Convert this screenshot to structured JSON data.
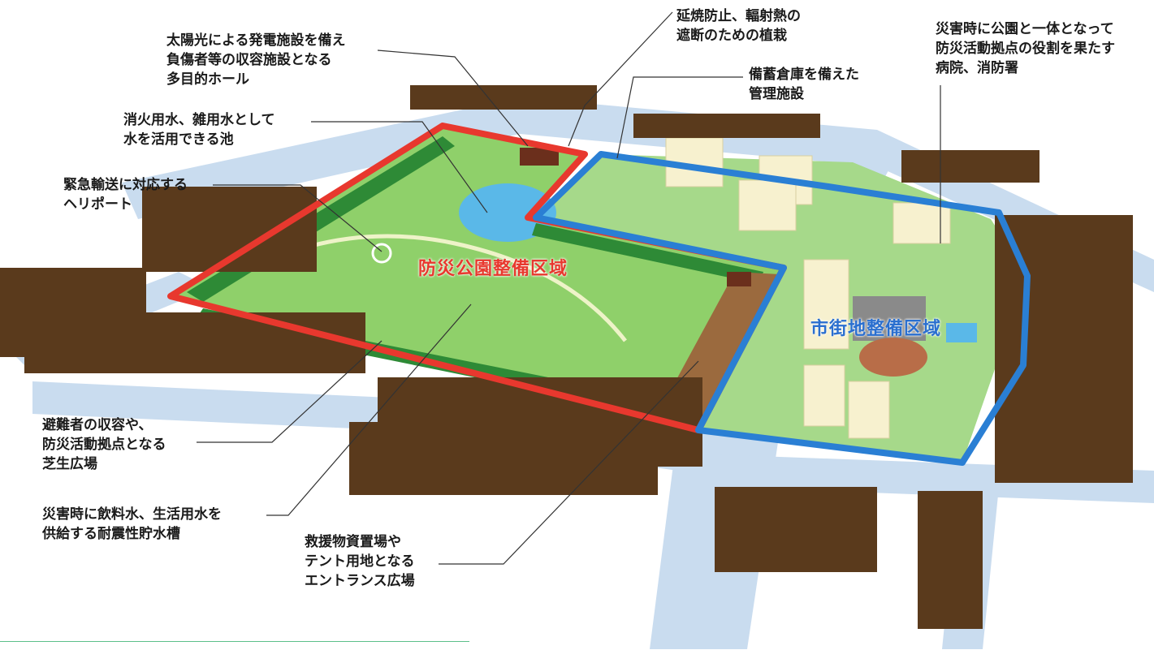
{
  "diagram": {
    "zones": {
      "park": "防災公園整備区域",
      "urban": "市街地整備区域"
    },
    "annotations": [
      {
        "id": "solar-hall",
        "lines": [
          "太陽光による発電施設を備え",
          "負傷者等の収容施設となる",
          "多目的ホール"
        ]
      },
      {
        "id": "pond",
        "lines": [
          "消火用水、雑用水として",
          "水を活用できる池"
        ]
      },
      {
        "id": "heliport",
        "lines": [
          "緊急輸送に対応する",
          "ヘリポート"
        ]
      },
      {
        "id": "planting",
        "lines": [
          "延焼防止、輻射熱の",
          "遮断のための植栽"
        ]
      },
      {
        "id": "storage",
        "lines": [
          "備蓄倉庫を備えた",
          "管理施設"
        ]
      },
      {
        "id": "hospital",
        "lines": [
          "災害時に公園と一体となって",
          "防災活動拠点の役割を果たす",
          "病院、消防署"
        ]
      },
      {
        "id": "lawn",
        "lines": [
          "避難者の収容や、",
          "防災活動拠点となる",
          "芝生広場"
        ]
      },
      {
        "id": "water-tank",
        "lines": [
          "災害時に飲料水、生活用水を",
          "供給する耐震性貯水槽"
        ]
      },
      {
        "id": "entrance",
        "lines": [
          "救援物資置場や",
          "テント用地となる",
          "エントランス広場"
        ]
      }
    ],
    "colors": {
      "park_boundary": "#e8382e",
      "urban_boundary": "#2a7fd4",
      "grass": "#8fd06a",
      "road": "#c9dcef",
      "water": "#5ab8e8",
      "house": "#5a3a1c"
    }
  }
}
